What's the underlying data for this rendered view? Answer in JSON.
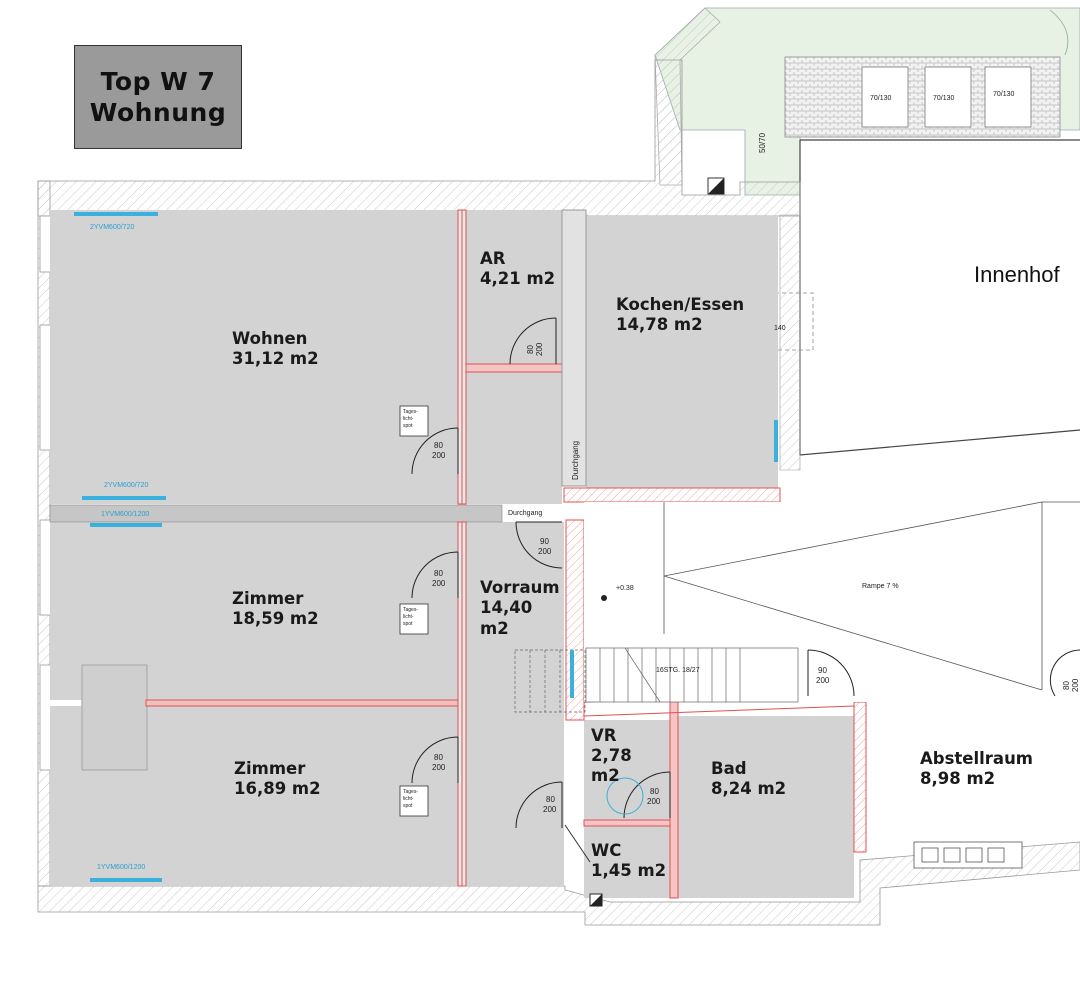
{
  "title": {
    "line1": "Top W 7",
    "line2": "Wohnung"
  },
  "rooms": {
    "wohnen": {
      "name": "Wohnen",
      "area": "31,12 m2"
    },
    "ar": {
      "name": "AR",
      "area": "4,21 m2"
    },
    "kochen": {
      "name": "Kochen/Essen",
      "area": "14,78 m2"
    },
    "zimmer1": {
      "name": "Zimmer",
      "area": "18,59 m2"
    },
    "vorraum": {
      "name": "Vorraum",
      "area": "14,40",
      "unit": "m2"
    },
    "zimmer2": {
      "name": "Zimmer",
      "area": "16,89 m2"
    },
    "vr": {
      "name": "VR",
      "area": "2,78",
      "unit": "m2"
    },
    "bad": {
      "name": "Bad",
      "area": "8,24 m2"
    },
    "wc": {
      "name": "WC",
      "area": "1,45 m2"
    },
    "abstellraum": {
      "name": "Abstellraum",
      "area": "8,98 m2"
    },
    "innenhof": {
      "name": "Innenhof"
    }
  },
  "annotations": {
    "window1": "2YVM600/720",
    "window2": "2YVM600/720",
    "window3": "1YVM600/1200",
    "window4": "1YVM600/1200",
    "durchgang_h": "Durchgang",
    "durchgang_v": "Durchgang",
    "rampe": "Rampe 7 %",
    "level": "+0.38",
    "stairs": "16STG. 18/27",
    "box1": "70/130",
    "box2": "70/130",
    "box3": "70/130",
    "v5070": "50/70",
    "h140": "140",
    "tages_a": "Tages-",
    "tages_b": "licht-",
    "tages_c": "spot",
    "tages_d": "Tages-",
    "tages_e": "licht-",
    "tages_f": "spot",
    "tages_g": "Tages-",
    "tages_h": "licht-",
    "tages_i": "spot"
  },
  "door_dims": {
    "ar": {
      "w": "80",
      "h": "200"
    },
    "wohnen": {
      "w": "80",
      "h": "200"
    },
    "durchgang": {
      "w": "90",
      "h": "200"
    },
    "zimmer1": {
      "w": "80",
      "h": "200"
    },
    "zimmer2": {
      "w": "80",
      "h": "200"
    },
    "vr": {
      "w": "80",
      "h": "200"
    },
    "bad": {
      "w": "80",
      "h": "200"
    },
    "stair": {
      "w": "90",
      "h": "200"
    },
    "right": {
      "w": "80",
      "h": "200"
    }
  },
  "colors": {
    "room_fill": "#d3d3d3",
    "wall_red": "#e05050",
    "window_cyan": "#3ab0dc",
    "garden": "#e7f2e4",
    "title_bg": "#9a9a9a"
  }
}
